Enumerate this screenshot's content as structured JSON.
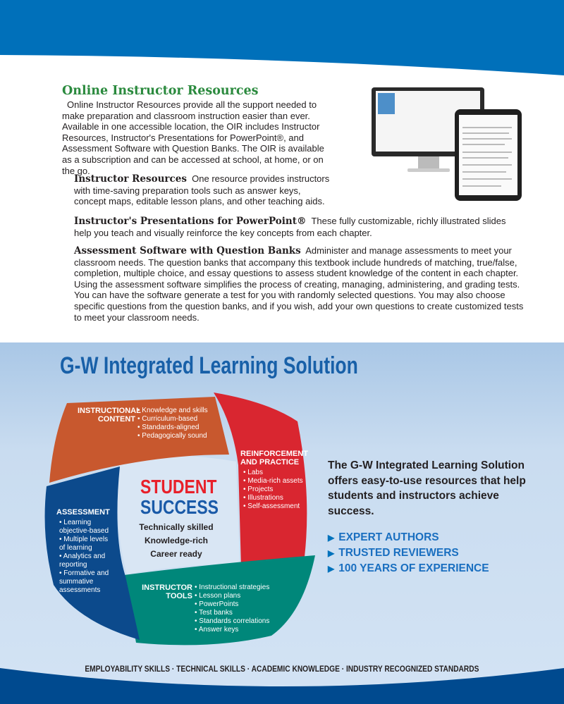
{
  "oir": {
    "title": "Online Instructor Resources",
    "intro": "Online Instructor Resources provide all the support needed to make preparation and classroom instruction easier than ever. Available in one accessible location, the OIR includes Instructor Resources, Instructor's Presentations for PowerPoint®, and Assessment Software with Question Banks. The OIR is available as a subscription and can be accessed at school, at home, or on the go.",
    "items": [
      {
        "heading": "Instructor Resources",
        "text": "One resource provides instructors with time-saving preparation tools such as answer keys, concept maps, editable lesson plans, and other teaching aids."
      },
      {
        "heading": "Instructor's Presentations for PowerPoint®",
        "text": "These fully customizable, richly illustrated slides help you teach and visually reinforce the key concepts from each chapter."
      },
      {
        "heading": "Assessment Software with Question Banks",
        "text": "Administer and manage assessments to meet your classroom needs. The question banks that accompany this textbook include hundreds of matching, true/false, completion, multiple choice, and essay questions to assess student knowledge of the content in each chapter. Using the assessment software simplifies the process of creating, managing, administering, and grading tests. You can have the software generate a test for you with randomly selected questions. You may also choose specific questions from the question banks, and if you wish, add your own questions to create customized tests to meet your classroom needs."
      }
    ]
  },
  "ils": {
    "title": "G-W Integrated Learning Solution",
    "center": {
      "line1": "STUDENT",
      "line2": "SUCCESS",
      "traits": [
        "Technically skilled",
        "Knowledge-rich",
        "Career ready"
      ]
    },
    "instructional": {
      "h1": "INSTRUCTIONAL",
      "h2": "CONTENT",
      "items": [
        "Knowledge and skills",
        "Curriculum-based",
        "Standards-aligned",
        "Pedagogically sound"
      ]
    },
    "reinforcement": {
      "h1": "REINFORCEMENT",
      "h2": "AND PRACTICE",
      "items": [
        "Labs",
        "Media-rich assets",
        "Projects",
        "Illustrations",
        "Self-assessment"
      ]
    },
    "assessment": {
      "h1": "ASSESSMENT",
      "items": [
        "Learning objective-based",
        "Multiple levels of learning",
        "Analytics and reporting",
        "Formative and summative assessments"
      ]
    },
    "tools": {
      "h1": "INSTRUCTOR",
      "h2": "TOOLS",
      "items": [
        "Instructional strategies",
        "Lesson plans",
        "PowerPoints",
        "Test banks",
        "Standards correlations",
        "Answer keys"
      ]
    },
    "tagline": "The G-W Integrated Learning Solution offers easy-to-use resources that help students and instructors achieve success.",
    "bullets": [
      "EXPERT AUTHORS",
      "TRUSTED REVIEWERS",
      "100 YEARS OF EXPERIENCE"
    ],
    "footer": "EMPLOYABILITY SKILLS · TECHNICAL SKILLS · ACADEMIC KNOWLEDGE · INDUSTRY RECOGNIZED STANDARDS"
  },
  "colors": {
    "top_band": "#0070ba",
    "green_title": "#2b8a3e",
    "headline_blue": "#1860a8",
    "orange": "#c8582e",
    "red": "#d92630",
    "teal": "#00877a",
    "blue": "#0c4a8c",
    "light_bg": "#cfe0f2",
    "bottom_band": "#004a8f"
  }
}
